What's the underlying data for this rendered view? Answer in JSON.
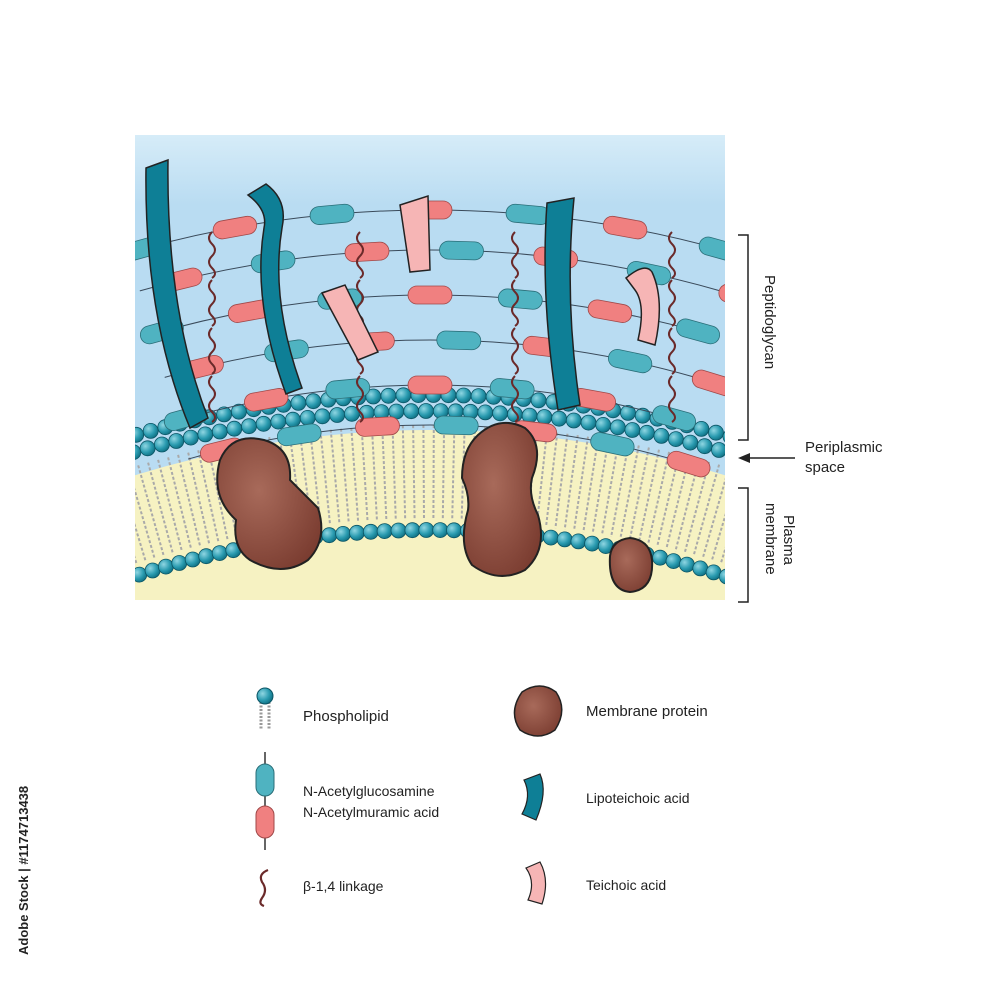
{
  "labels": {
    "peptidoglycan": "Peptidoglycan",
    "periplasmic_line1": "Periplasmic",
    "periplasmic_line2": "space",
    "plasma_line1": "Plasma",
    "plasma_line2": "membrane"
  },
  "legend": {
    "phospholipid": "Phospholipid",
    "glcnac": "N-Acetylglucosamine",
    "murnac": "N-Acetylmuramic acid",
    "linkage": "β-1,4 linkage",
    "membrane_protein": "Membrane protein",
    "lipoteichoic": "Lipoteichoic acid",
    "teichoic": "Teichoic acid"
  },
  "credit": "Adobe Stock | #1174713438",
  "colors": {
    "glcnac": "#4fb3c1",
    "murnac": "#f08080",
    "lipoteichoic": "#0e7f96",
    "teichoic": "#f6b5b5",
    "protein": "#8b4a3c",
    "phospholipid_head": "#2a9bb0",
    "membrane_core": "#f6f2c2",
    "background": "#bfe0f4",
    "linkage": "#6b2a2a"
  }
}
